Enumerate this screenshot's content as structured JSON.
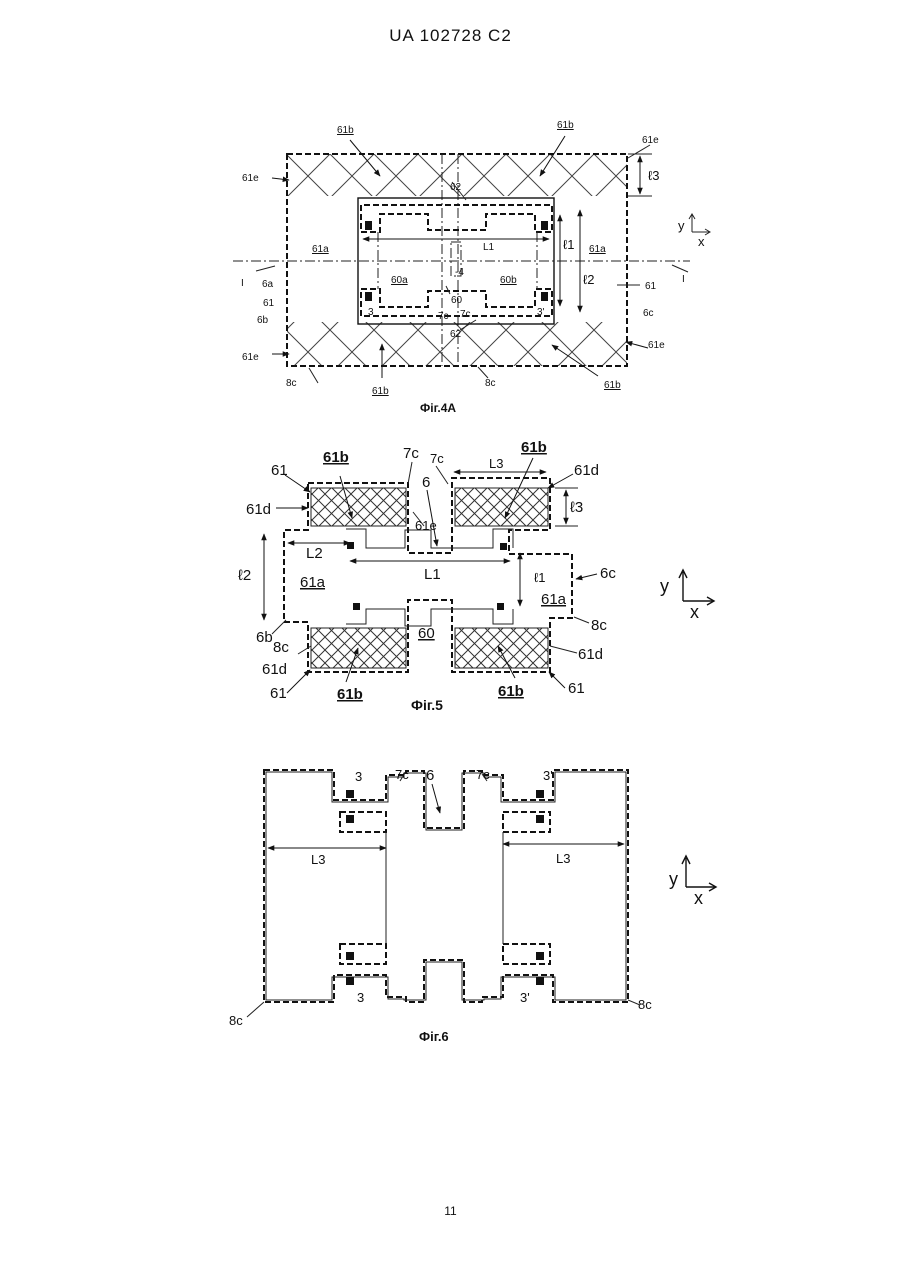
{
  "header": {
    "doc_number": "UA   102728   C2"
  },
  "footer": {
    "page_number": "11"
  },
  "fig4a": {
    "caption": "Фіг.4А",
    "labels": {
      "l61b_tl": "61b",
      "l61b_tr": "61b",
      "l61e_tr": "61e",
      "l13": "ℓ3",
      "l61e_l1": "61e",
      "l62_top": "62",
      "y": "y",
      "x": "x",
      "lL1": "L1",
      "ll1": "ℓ1",
      "ll2": "ℓ2",
      "l61a_l": "61a",
      "l61a_r": "61a",
      "lI_l": "I",
      "lI_r": "I",
      "l6a": "6a",
      "l61_l": "61",
      "l61_r": "61",
      "l6b": "6b",
      "l6c": "6c",
      "l60a": "60a",
      "l60b": "60b",
      "l4": "-4",
      "l60": "60",
      "l3": "3",
      "l3p": "3'",
      "l7c_a": "7c",
      "l7c_b": "7c",
      "l62_bot": "62",
      "l61e_l2": "61e",
      "l61e_r2": "61e",
      "l8c_l": "8c",
      "l8c_m": "8c",
      "l61b_bl": "61b",
      "l61b_br": "61b"
    }
  },
  "fig5": {
    "caption": "Фіг.5",
    "labels": {
      "l61_tl": "61",
      "l61b_tl": "61b",
      "l7c_a": "7c",
      "l7c_b": "7c",
      "l61b_tr": "61b",
      "lL3": "L3",
      "l61d_tr": "61d",
      "l6": "6",
      "l61d_l": "61d",
      "l13": "ℓ3",
      "l61e": "61e",
      "lL2": "L2",
      "l12": "ℓ2",
      "l61a_l": "61a",
      "lL1": "L1",
      "ll1": "ℓ1",
      "l61a_r": "61a",
      "l6c": "6c",
      "y": "y",
      "x": "x",
      "l6b": "6b",
      "l8c_l": "8c",
      "l8c_r": "8c",
      "l60": "60",
      "l61d_bl": "61d",
      "l61d_br": "61d",
      "l61_bl": "61",
      "l61_br": "61",
      "l61b_bl": "61b",
      "l61b_br": "61b"
    }
  },
  "fig6": {
    "caption": "Фіг.6",
    "labels": {
      "l3_t": "3",
      "l7c_a": "7c",
      "l6": "6",
      "l7c_b": "7c",
      "l3p_t": "3'",
      "lL3_l": "L3",
      "lL3_r": "L3",
      "y": "y",
      "x": "x",
      "l3_b": "3",
      "l3p_b": "3'",
      "l8c_l": "8c",
      "l8c_r": "8c"
    }
  }
}
